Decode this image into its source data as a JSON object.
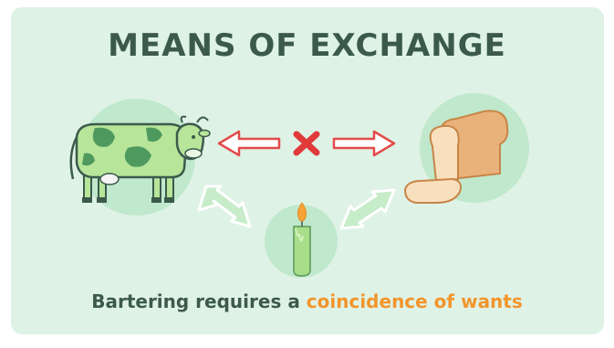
{
  "title": "MEANS OF EXCHANGE",
  "caption": {
    "prefix": "Bartering requires a ",
    "highlight": "coincidence of wants"
  },
  "colors": {
    "background": "#dff2e6",
    "title_text": "#3c5a4c",
    "highlight": "#f2952c",
    "cross_mark": "#e03a3a",
    "arrow_red": "#e24b4b",
    "arrow_green": "#a6dcae",
    "circle": "#bfe8cc"
  },
  "items": [
    "cow",
    "bread",
    "candle"
  ]
}
